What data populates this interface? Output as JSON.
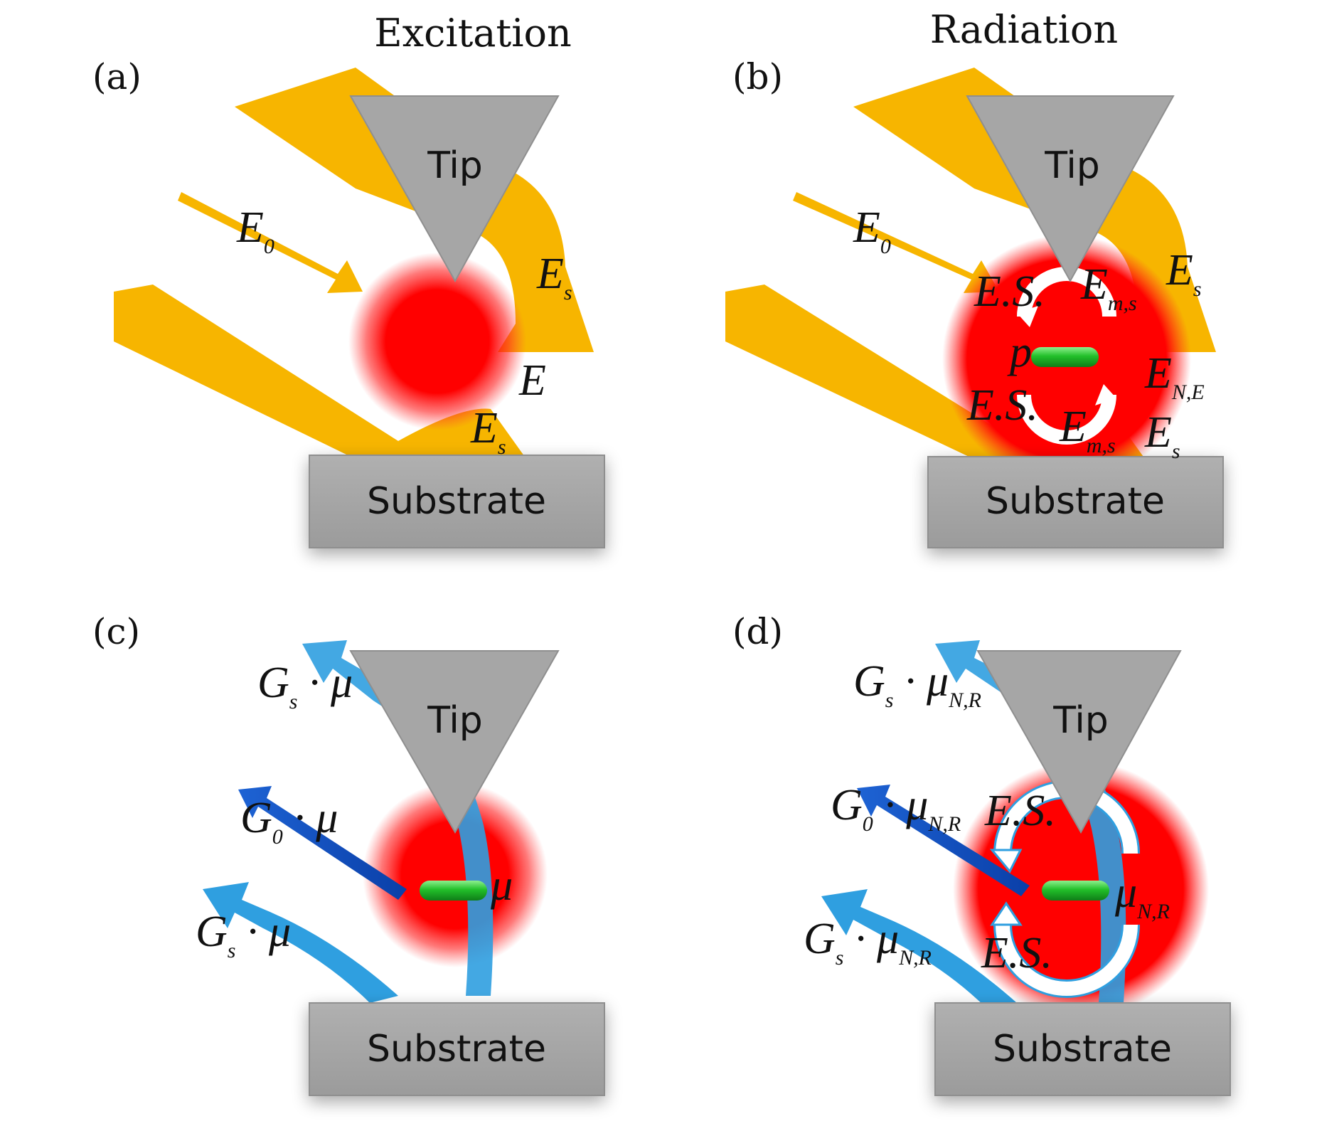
{
  "headers": {
    "excitation": "Excitation",
    "radiation": "Radiation"
  },
  "panels": {
    "a": {
      "label": "(a)",
      "tip": "Tip",
      "substrate": "Substrate",
      "e0": {
        "main": "E",
        "sub": "0"
      },
      "es_upper": {
        "main": "E",
        "sub": "s"
      },
      "e_field": "E",
      "es_lower": {
        "main": "E",
        "sub": "s"
      }
    },
    "b": {
      "label": "(b)",
      "tip": "Tip",
      "substrate": "Substrate",
      "e0": {
        "main": "E",
        "sub": "0"
      },
      "es_top_left": "E.S.",
      "ems_upper": {
        "main": "E",
        "sub": "m,s"
      },
      "es_upper": {
        "main": "E",
        "sub": "s"
      },
      "p": "p",
      "ene": {
        "main": "E",
        "sub": "N,E"
      },
      "es_bottom_left": "E.S.",
      "ems_lower": {
        "main": "E",
        "sub": "m,s"
      },
      "es_lower": {
        "main": "E",
        "sub": "s"
      }
    },
    "c": {
      "label": "(c)",
      "tip": "Tip",
      "substrate": "Substrate",
      "gs_upper": {
        "main": "G",
        "sub": "s",
        "suffix": " · μ"
      },
      "g0": {
        "main": "G",
        "sub": "0",
        "suffix": " · μ"
      },
      "gs_lower": {
        "main": "G",
        "sub": "s",
        "suffix": " · μ"
      },
      "mu": "μ"
    },
    "d": {
      "label": "(d)",
      "tip": "Tip",
      "substrate": "Substrate",
      "gs_upper": {
        "main": "G",
        "sub": "s",
        "dot": " · μ",
        "sub2": "N,R"
      },
      "g0": {
        "main": "G",
        "sub": "0",
        "dot": " · μ",
        "sub2": "N,R"
      },
      "gs_lower": {
        "main": "G",
        "sub": "s",
        "dot": " · μ",
        "sub2": "N,R"
      },
      "es_upper": "E.S.",
      "es_lower": "E.S.",
      "mu": {
        "main": "μ",
        "sub": "N,R"
      }
    }
  },
  "colors": {
    "beam": "#f7b500",
    "blue_arrow": "#2f9fe0",
    "hotspot": "#ff0000",
    "tip": "#a6a6a6",
    "substrate": "#a6a6a6",
    "molecule": "#22c02a"
  }
}
